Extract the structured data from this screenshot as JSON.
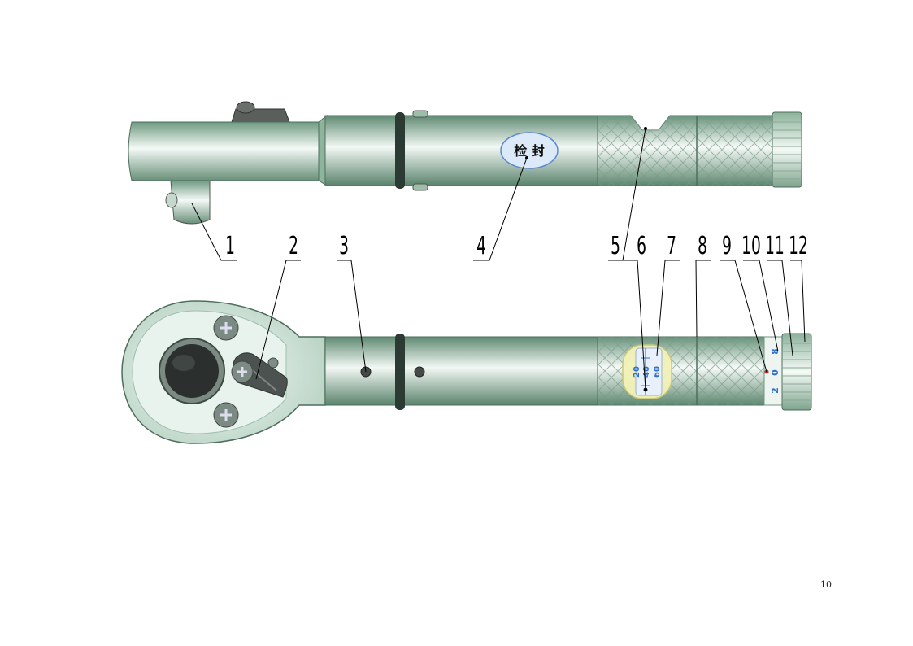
{
  "seal_label": "检 封",
  "callouts": [
    "1",
    "2",
    "3",
    "4",
    "5",
    "6",
    "7",
    "8",
    "9",
    "10",
    "11",
    "12"
  ],
  "scale_main": [
    "20",
    "40",
    "60"
  ],
  "scale_drum": [
    "8",
    "0",
    "2"
  ],
  "page_number": "10",
  "colors": {
    "body_green": "#7fa88f",
    "grip_green": "#86ad94",
    "head_pale": "#dcebe3",
    "scale_blue": "#2f6fd0",
    "window_yellow": "#f3f2b8",
    "seal_fill": "#dce9f8",
    "band_dark": "#2b3a33"
  }
}
